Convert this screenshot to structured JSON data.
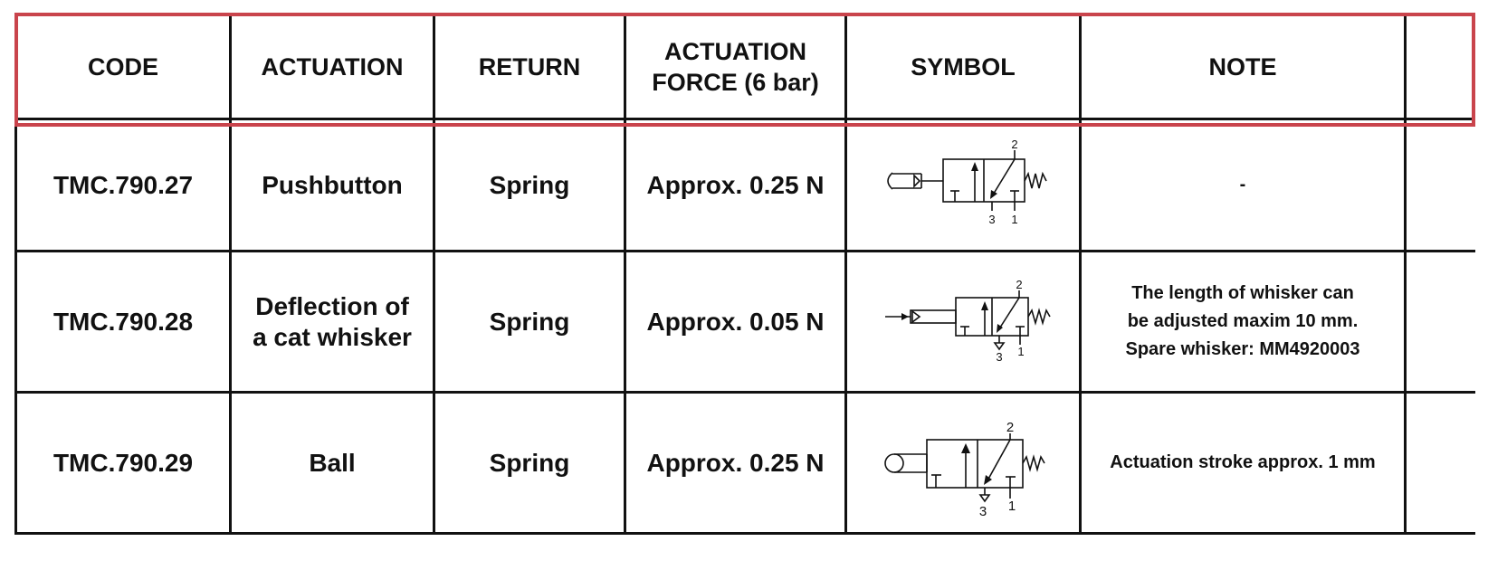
{
  "table": {
    "headers": {
      "code": "CODE",
      "actuation": "ACTUATION",
      "return": "RETURN",
      "force_line1": "ACTUATION",
      "force_line2": "FORCE (6 bar)",
      "symbol": "SYMBOL",
      "note": "NOTE"
    },
    "rows": [
      {
        "code": "TMC.790.27",
        "actuation": "Pushbutton",
        "return": "Spring",
        "force": "Approx. 0.25 N",
        "symbol": "pushbutton-valve-symbol",
        "note": "-"
      },
      {
        "code": "TMC.790.28",
        "actuation_line1": "Deflection of",
        "actuation_line2": "a cat whisker",
        "return": "Spring",
        "force": "Approx. 0.05 N",
        "symbol": "whisker-valve-symbol",
        "note_line1": "The length of whisker can",
        "note_line2": "be adjusted maxim 10 mm.",
        "note_line3": "Spare whisker: MM4920003"
      },
      {
        "code": "TMC.790.29",
        "actuation": "Ball",
        "return": "Spring",
        "force": "Approx. 0.25 N",
        "symbol": "ball-valve-symbol",
        "note": "Actuation stroke approx. 1 mm"
      }
    ],
    "port_labels": {
      "out": "2",
      "exhaust": "3",
      "supply": "1"
    },
    "colors": {
      "header_highlight": "#c9444c",
      "grid": "#111111"
    }
  }
}
